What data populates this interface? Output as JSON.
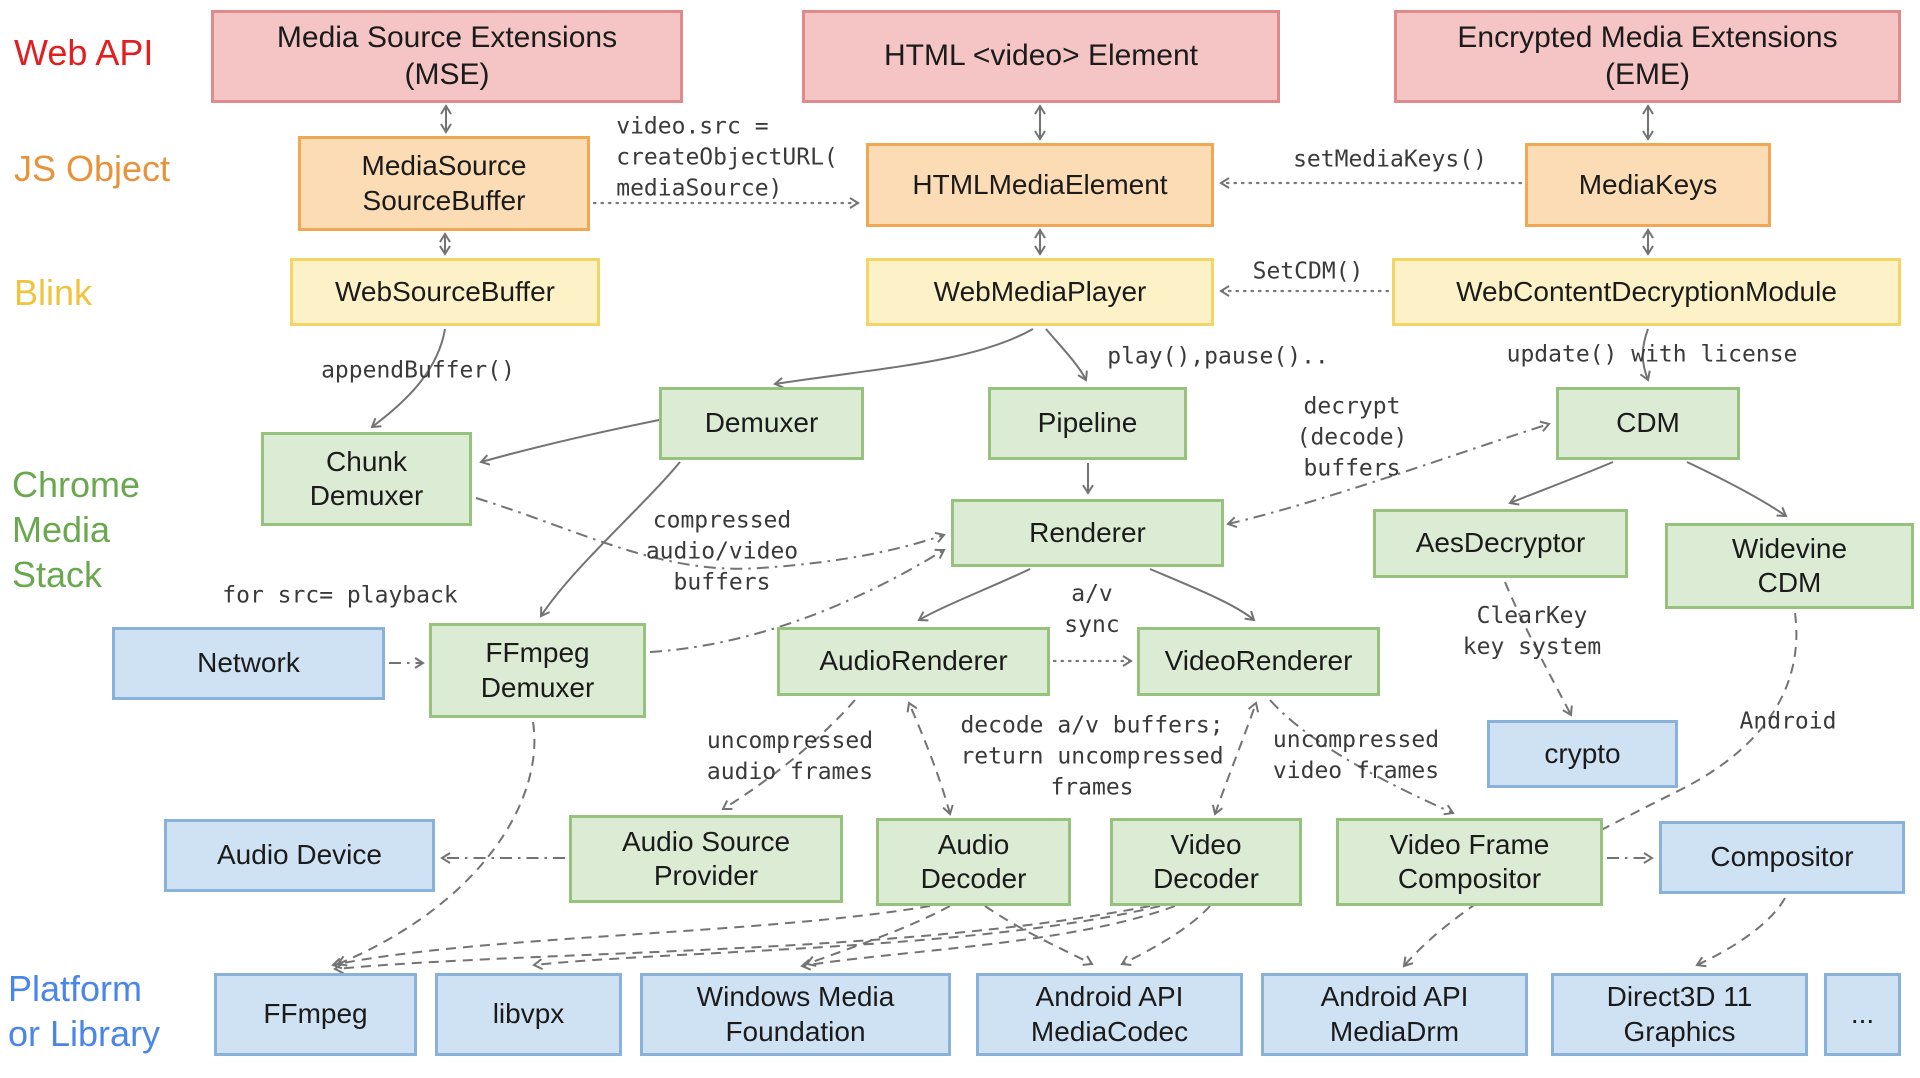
{
  "layers": {
    "web_api": "Web API",
    "js_object": "JS Object",
    "blink": "Blink",
    "chrome_media_stack": "Chrome\nMedia\nStack",
    "platform": "Platform\nor Library"
  },
  "nodes": {
    "mse": "Media Source Extensions\n(MSE)",
    "video_element": "HTML <video> Element",
    "eme": "Encrypted Media Extensions\n(EME)",
    "media_source": "MediaSource\nSourceBuffer",
    "html_media_element": "HTMLMediaElement",
    "media_keys": "MediaKeys",
    "web_source_buffer": "WebSourceBuffer",
    "web_media_player": "WebMediaPlayer",
    "web_cdm": "WebContentDecryptionModule",
    "demuxer": "Demuxer",
    "pipeline": "Pipeline",
    "cdm": "CDM",
    "chunk_demuxer": "Chunk\nDemuxer",
    "renderer": "Renderer",
    "aes_decryptor": "AesDecryptor",
    "widevine_cdm": "Widevine\nCDM",
    "network": "Network",
    "ffmpeg_demuxer": "FFmpeg\nDemuxer",
    "audio_renderer": "AudioRenderer",
    "video_renderer": "VideoRenderer",
    "crypto": "crypto",
    "audio_device": "Audio Device",
    "audio_source_provider": "Audio Source\nProvider",
    "audio_decoder": "Audio\nDecoder",
    "video_decoder": "Video\nDecoder",
    "video_frame_compositor": "Video Frame\nCompositor",
    "compositor": "Compositor",
    "ffmpeg_lib": "FFmpeg",
    "libvpx": "libvpx",
    "wmf": "Windows Media\nFoundation",
    "mediacodec": "Android API\nMediaCodec",
    "mediadrm": "Android API\nMediaDrm",
    "d3d11": "Direct3D 11\nGraphics",
    "more": "..."
  },
  "edge_labels": {
    "create_object_url": "video.src =\ncreateObjectURL(\nmediaSource)",
    "set_media_keys": "setMediaKeys()",
    "set_cdm": "SetCDM()",
    "append_buffer": "appendBuffer()",
    "play_pause": "play(),pause()..",
    "update_license": "update() with license",
    "decrypt_buffers": "decrypt\n(decode)\nbuffers",
    "compressed_buffers": "compressed\naudio/video\nbuffers",
    "for_src_playback": "for src= playback",
    "av_sync": "a/v\nsync",
    "clearkey": "ClearKey\nkey system",
    "android": "Android",
    "uncompressed_audio": "uncompressed\naudio frames",
    "decode_av": "decode a/v buffers;\nreturn uncompressed\nframes",
    "uncompressed_video": "uncompressed\nvideo frames"
  },
  "colors": {
    "web_api_label": "#e02020",
    "js_object_label": "#e8923a",
    "blink_label": "#f0c33c",
    "chrome_media_stack_label": "#6aa84f",
    "platform_label": "#4a86e8",
    "pink_fill": "#f5c4c4",
    "pink_border": "#e08b8b",
    "orange_fill": "#fbdcb4",
    "orange_border": "#f0a854",
    "yellow_fill": "#fdf2c7",
    "yellow_border": "#f3d566",
    "green_fill": "#dcebd3",
    "green_border": "#97c27d",
    "blue_fill": "#cfe2f3",
    "blue_border": "#8ab2d8",
    "edge": "#737373"
  }
}
